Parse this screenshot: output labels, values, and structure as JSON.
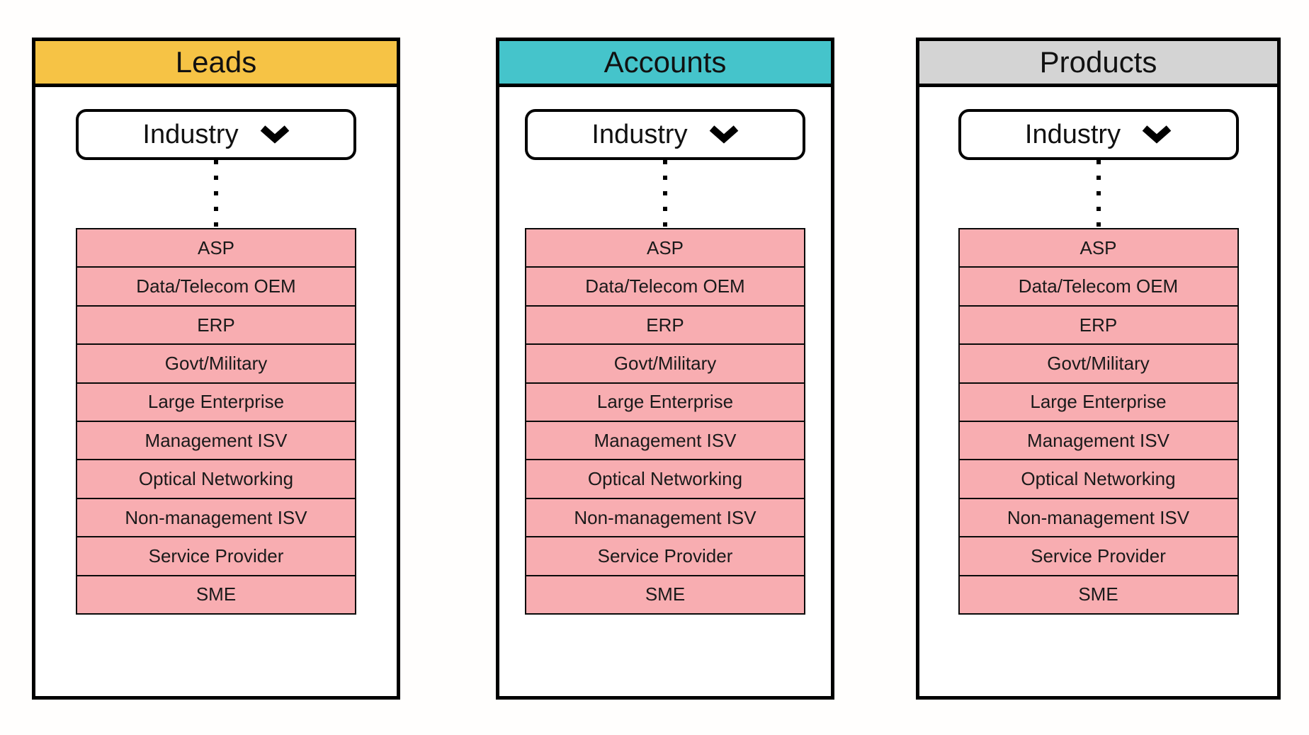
{
  "colors": {
    "canvas_bg": "#FFFFFF",
    "border": "#000000",
    "list_item_bg": "#F8ADB1",
    "leads_header_bg": "#F6C345",
    "accounts_header_bg": "#45C4CB",
    "products_header_bg": "#D4D4D4"
  },
  "panels": [
    {
      "title": "Leads",
      "header_color": "#F6C345",
      "dropdown": {
        "label": "Industry",
        "icon": "chevron-down-icon"
      }
    },
    {
      "title": "Accounts",
      "header_color": "#45C4CB",
      "dropdown": {
        "label": "Industry",
        "icon": "chevron-down-icon"
      }
    },
    {
      "title": "Products",
      "header_color": "#D4D4D4",
      "dropdown": {
        "label": "Industry",
        "icon": "chevron-down-icon"
      }
    }
  ],
  "industries": [
    "ASP",
    "Data/Telecom OEM",
    "ERP",
    "Govt/Military",
    "Large Enterprise",
    "Management ISV",
    "Optical Networking",
    "Non-management ISV",
    "Service Provider",
    "SME"
  ]
}
